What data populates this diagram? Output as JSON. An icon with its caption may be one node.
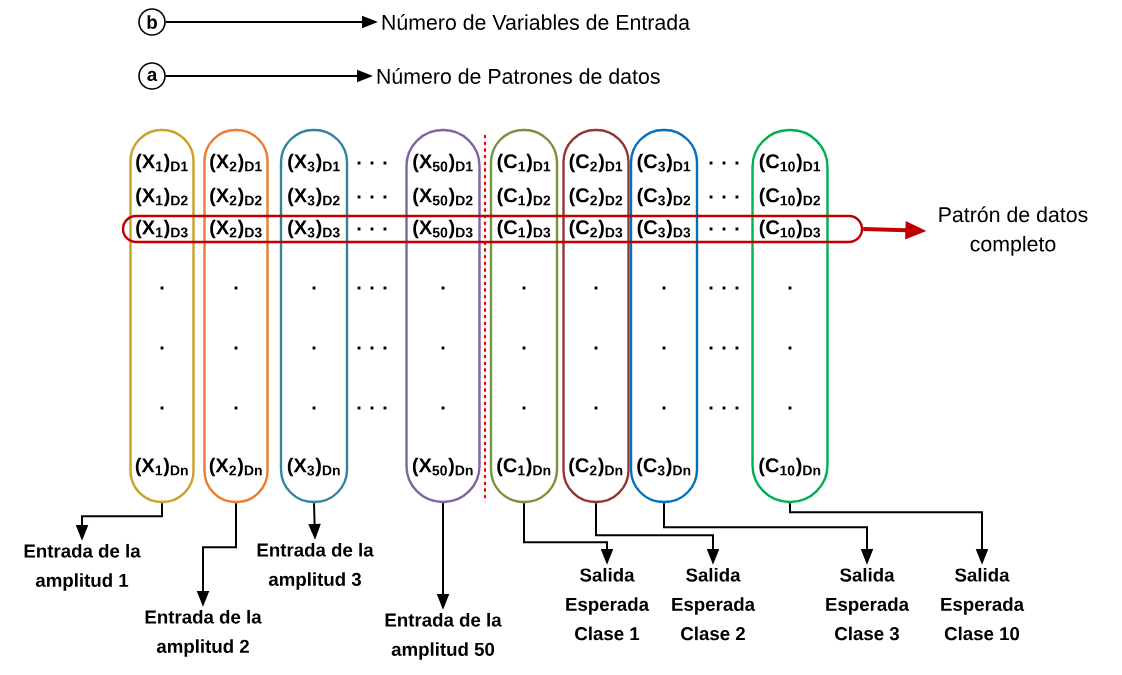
{
  "diagram": {
    "nodes": [
      {
        "text": [
          "b"
        ]
      },
      {
        "text": [
          "Número de Variables de Entrada"
        ]
      },
      {
        "text": [
          "a"
        ]
      },
      {
        "text": [
          "Número de Patrones de datos"
        ]
      },
      {
        "text": [
          "(X$_{1}$)$_{D1}$",
          "(X$_{1}$)$_{D2}$",
          ".",
          ".",
          ".",
          "(X$_{1}$)$_{Dn}$"
        ]
      },
      {
        "text": [
          "(X$_{2}$)$_{D1}$",
          "(X$_{2}$)$_{D2}$",
          ".",
          ".",
          ".",
          "(X$_{2}$)$_{Dn}$"
        ]
      },
      {
        "text": [
          "(X$_{3}$)$_{D1}$",
          "(X$_{3}$)$_{D2}$",
          ".",
          ".",
          ".",
          "(X$_{3}$)$_{Dn}$"
        ]
      },
      {
        "text": [
          "(X$_{50}$)$_{D1}$",
          "(X$_{50}$)$_{D2}$",
          ".",
          ".",
          ".",
          "(X$_{50}$)$_{Dn}$"
        ]
      },
      {
        "text": [
          "(C$_{1}$)$_{D1}$",
          "(C$_{1}$)$_{D2}$",
          ".",
          ".",
          ".",
          "(C$_{1}$)$_{Dn}$"
        ]
      },
      {
        "text": [
          "(C$_{2}$)$_{D1}$",
          "(C$_{2}$)$_{D2}$",
          ".",
          ".",
          ".",
          "(C$_{2}$)$_{Dn}$"
        ]
      },
      {
        "text": [
          "(C$_{3}$)$_{D1}$",
          "(C$_{3}$)$_{D2}$",
          ".",
          ".",
          ".",
          "(C$_{3}$)$_{Dn}$"
        ]
      },
      {
        "text": [
          "(C$_{10}$)$_{D1}$",
          "(C$_{10}$)$_{D2}$",
          ".",
          ".",
          ".",
          "(C$_{10}$)$_{Dn}$"
        ]
      },
      {
        "text": [
          "(X$_{1}$)$_{D3}$",
          "(X$_{2}$)$_{D3}$",
          "(X$_{3}$)$_{D3}$",
          ". . .",
          "(X$_{50}$)$_{D3}$",
          "(C$_{1}$)$_{D3}$",
          "(C$_{2}$)$_{D3}$",
          "(C$_{3}$)$_{D3}$",
          ". . .",
          "(C$_{10}$)$_{D3}$"
        ]
      },
      {
        "text": [
          "Patrón de datos completo"
        ]
      },
      {
        "text": [
          "Entrada de la amplitud 1"
        ]
      },
      {
        "text": [
          "Entrada de la amplitud 2"
        ]
      },
      {
        "text": [
          "Entrada de la amplitud 3"
        ]
      },
      {
        "text": [
          "Entrada de la amplitud 50"
        ]
      },
      {
        "text": [
          "Salida Esperada Clase 1"
        ]
      },
      {
        "text": [
          "Salida Esperada Clase 2"
        ]
      },
      {
        "text": [
          "Salida Esperada Clase 3"
        ]
      },
      {
        "text": [
          "Salida Esperada Clase 10"
        ]
      }
    ],
    "edges": [
      {
        "from": 0,
        "to": 1,
        "arrow": "to"
      },
      {
        "from": 2,
        "to": 3,
        "arrow": "to"
      },
      {
        "from": 12,
        "to": 13,
        "arrow": "to",
        "style": "thick",
        "color": "#c00000"
      },
      {
        "from": 4,
        "to": 14,
        "arrow": "to"
      },
      {
        "from": 5,
        "to": 15,
        "arrow": "to"
      },
      {
        "from": 6,
        "to": 16,
        "arrow": "to"
      },
      {
        "from": 7,
        "to": 17,
        "arrow": "to"
      },
      {
        "from": 8,
        "to": 18,
        "arrow": "to"
      },
      {
        "from": 9,
        "to": 19,
        "arrow": "to"
      },
      {
        "from": 10,
        "to": 20,
        "arrow": "to"
      },
      {
        "from": 11,
        "to": 21,
        "arrow": "to"
      }
    ],
    "labels": [
      ". . .",
      ". . .",
      ". . .",
      ". . .",
      ". . .",
      ". . .",
      ". . .",
      ". . .",
      ". . .",
      ". . ."
    ]
  }
}
